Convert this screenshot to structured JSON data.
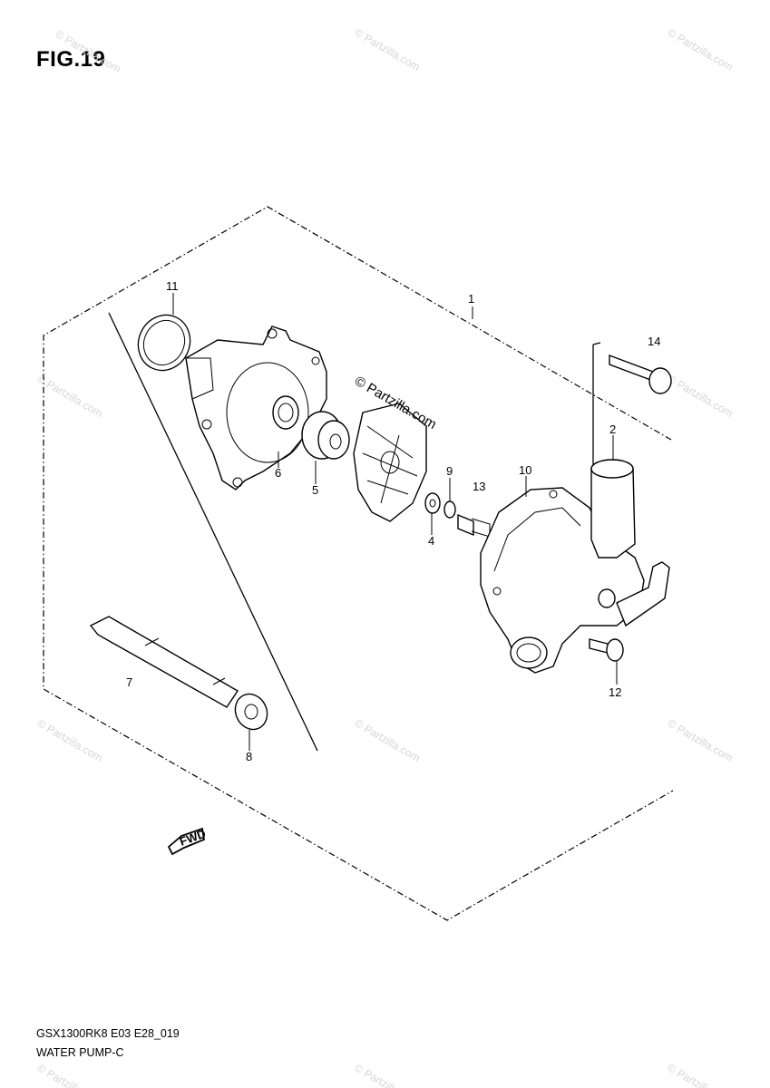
{
  "figure": {
    "title": "FIG.19"
  },
  "callouts": [
    {
      "id": "1",
      "label": "1"
    },
    {
      "id": "2",
      "label": "2"
    },
    {
      "id": "4",
      "label": "4"
    },
    {
      "id": "5",
      "label": "5"
    },
    {
      "id": "6",
      "label": "6"
    },
    {
      "id": "7",
      "label": "7"
    },
    {
      "id": "8",
      "label": "8"
    },
    {
      "id": "9",
      "label": "9"
    },
    {
      "id": "10",
      "label": "10"
    },
    {
      "id": "11",
      "label": "11"
    },
    {
      "id": "12",
      "label": "12"
    },
    {
      "id": "13",
      "label": "13"
    },
    {
      "id": "14",
      "label": "14"
    }
  ],
  "watermark": {
    "text": "© Partzilla.com"
  },
  "fwd_arrow": {
    "text": "FWD"
  },
  "footer": {
    "model_code": "GSX1300RK8 E03 E28_019",
    "section_name": "WATER PUMP-C"
  }
}
